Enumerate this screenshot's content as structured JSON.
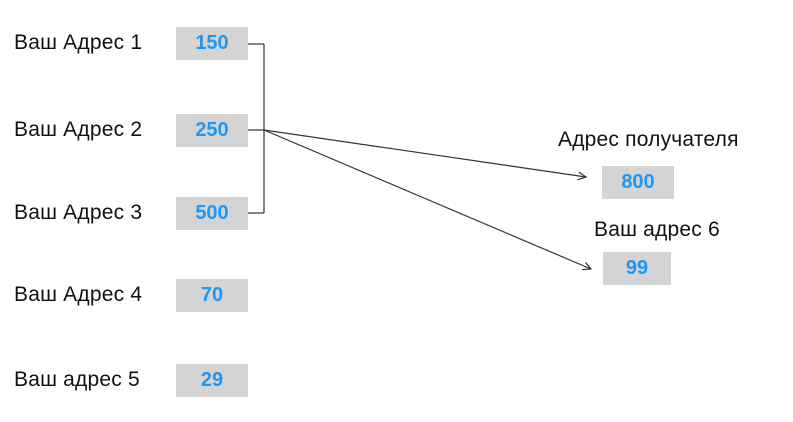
{
  "inputs": [
    {
      "label": "Ваш Адрес 1",
      "value": "150"
    },
    {
      "label": "Ваш Адрес 2",
      "value": "250"
    },
    {
      "label": "Ваш Адрес 3",
      "value": "500"
    },
    {
      "label": "Ваш Адрес 4",
      "value": "70"
    },
    {
      "label": "Ваш адрес 5",
      "value": "29"
    }
  ],
  "outputs": [
    {
      "label": "Адрес получателя",
      "value": "800"
    },
    {
      "label": "Ваш адрес 6",
      "value": "99"
    }
  ],
  "colors": {
    "box_background": "#d4d4d4",
    "value_text": "#2097f3",
    "label_text": "#111111",
    "connector_line": "#333333"
  }
}
